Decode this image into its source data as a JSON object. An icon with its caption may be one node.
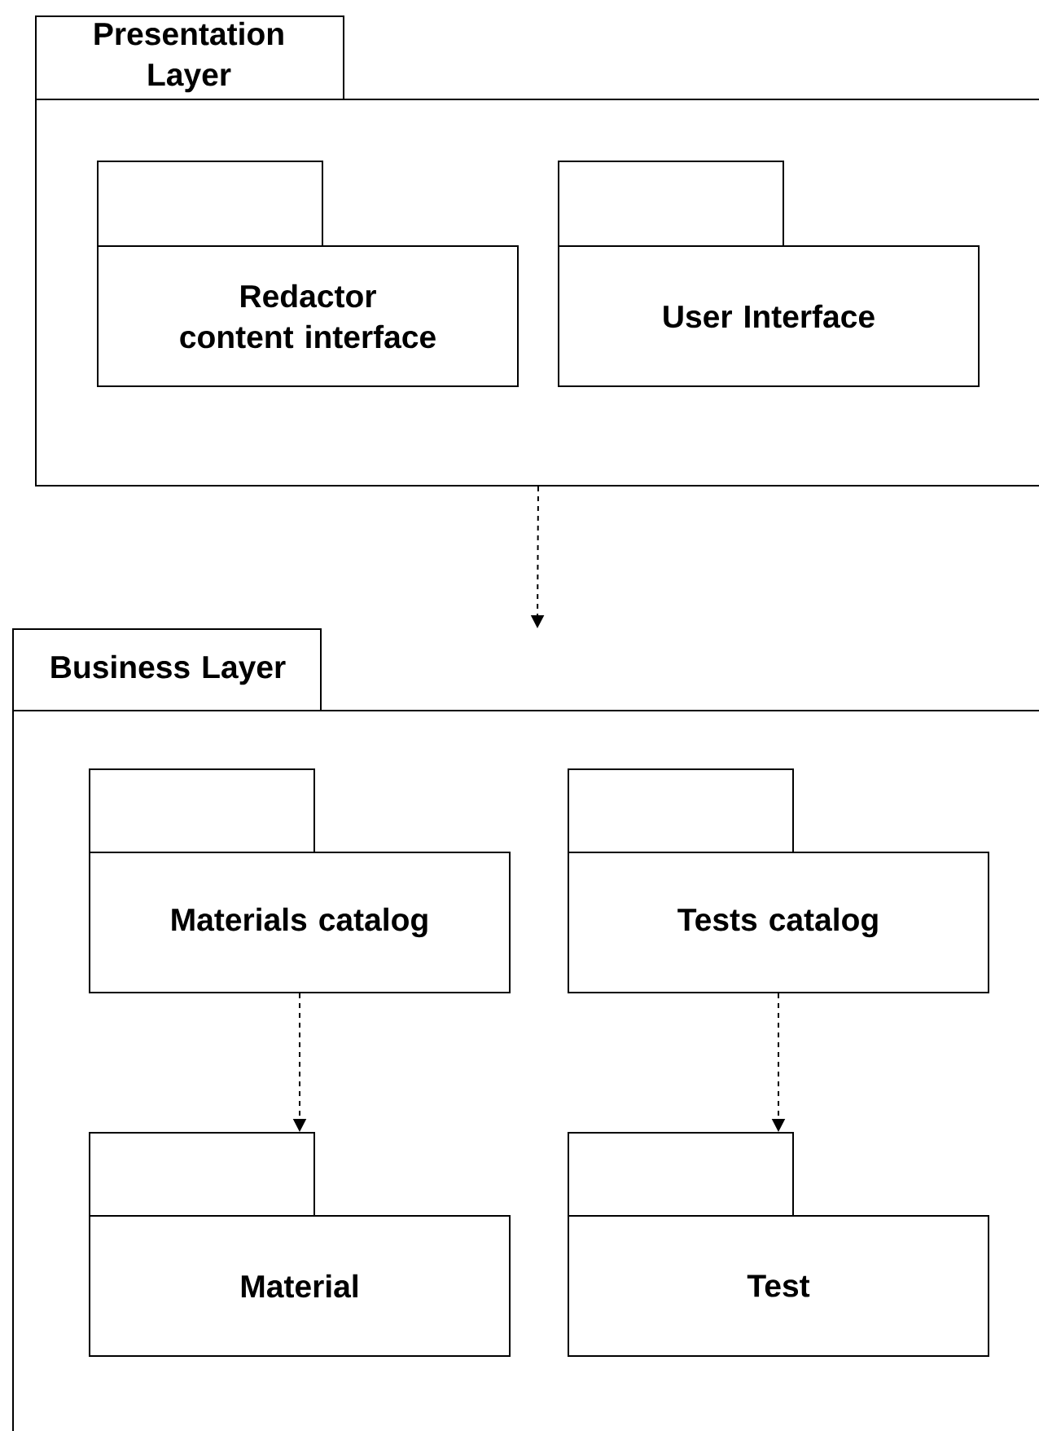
{
  "diagram": {
    "nodes": [
      {
        "text": [
          "Presentation Layer"
        ]
      },
      {
        "text": [
          "Redactor content interface"
        ],
        "in": 0
      },
      {
        "text": [
          "User Interface"
        ],
        "in": 0
      },
      {
        "text": [
          "Business Layer"
        ]
      },
      {
        "text": [
          "Materials catalog"
        ],
        "in": 3
      },
      {
        "text": [
          "Tests catalog"
        ],
        "in": 3
      },
      {
        "text": [
          "Material"
        ],
        "in": 3
      },
      {
        "text": [
          "Test"
        ],
        "in": 3
      }
    ],
    "edges": [
      {
        "from": 0,
        "to": 3,
        "arrow": "to",
        "style": "dashed"
      },
      {
        "from": 4,
        "to": 6,
        "arrow": "to",
        "style": "dashed"
      },
      {
        "from": 5,
        "to": 7,
        "arrow": "to",
        "style": "dashed"
      }
    ]
  }
}
